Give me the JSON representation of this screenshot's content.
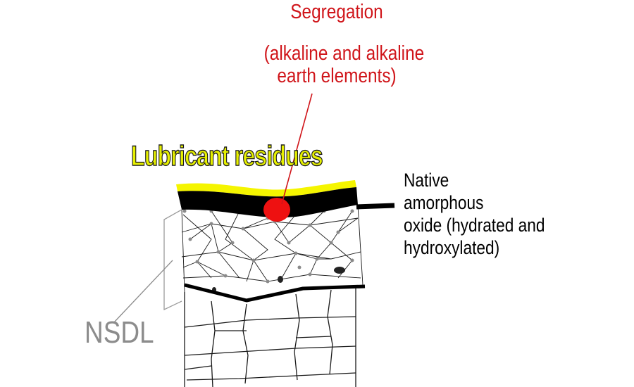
{
  "labels": {
    "segregation_title": "Segregation",
    "segregation_line1": "(alkaline and alkaline",
    "segregation_line2": "earth elements)",
    "lubricant": "Lubricant residues",
    "oxide_line1": "Native",
    "oxide_line2": "amorphous",
    "oxide_line3": "oxide (hydrated and",
    "oxide_line4": "hydroxylated)",
    "nsdl": "NSDL"
  },
  "colors": {
    "segregation": "#d0151a",
    "lubricant": "#f5f500",
    "oxide": "#000000",
    "nsdl": "#8c8c8c",
    "mesh": "#8a8a8a",
    "grains": "#1a1a1a"
  }
}
